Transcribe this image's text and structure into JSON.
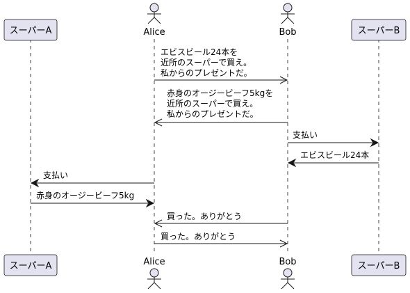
{
  "participants": {
    "superA": {
      "label": "スーパーA",
      "kind": "participant"
    },
    "alice": {
      "label": "Alice",
      "kind": "actor"
    },
    "bob": {
      "label": "Bob",
      "kind": "actor"
    },
    "superB": {
      "label": "スーパーB",
      "kind": "participant"
    }
  },
  "messages": [
    {
      "from": "alice",
      "to": "bob",
      "style": "open",
      "lines": [
        "エビスビール24本を",
        "近所のスーパーで買え。",
        "私からのプレゼントだ。"
      ]
    },
    {
      "from": "bob",
      "to": "alice",
      "style": "open",
      "lines": [
        "赤身のオージービーフ5kgを",
        "近所のスーパーで買え。",
        "私からのプレゼントだ。"
      ]
    },
    {
      "from": "bob",
      "to": "superB",
      "style": "filled",
      "lines": [
        "支払い"
      ]
    },
    {
      "from": "superB",
      "to": "bob",
      "style": "filled",
      "lines": [
        "エビスビール24本"
      ]
    },
    {
      "from": "alice",
      "to": "superA",
      "style": "filled",
      "lines": [
        "支払い"
      ]
    },
    {
      "from": "superA",
      "to": "alice",
      "style": "filled",
      "lines": [
        "赤身のオージービーフ5kg"
      ]
    },
    {
      "from": "bob",
      "to": "alice",
      "style": "open",
      "lines": [
        "買った。ありがとう"
      ]
    },
    {
      "from": "alice",
      "to": "bob",
      "style": "open",
      "lines": [
        "買った。ありがとう"
      ]
    }
  ],
  "colors": {
    "participant_fill": "#E2E2F0",
    "participant_border": "#181818",
    "lifeline": "#181818",
    "arrow": "#181818"
  }
}
